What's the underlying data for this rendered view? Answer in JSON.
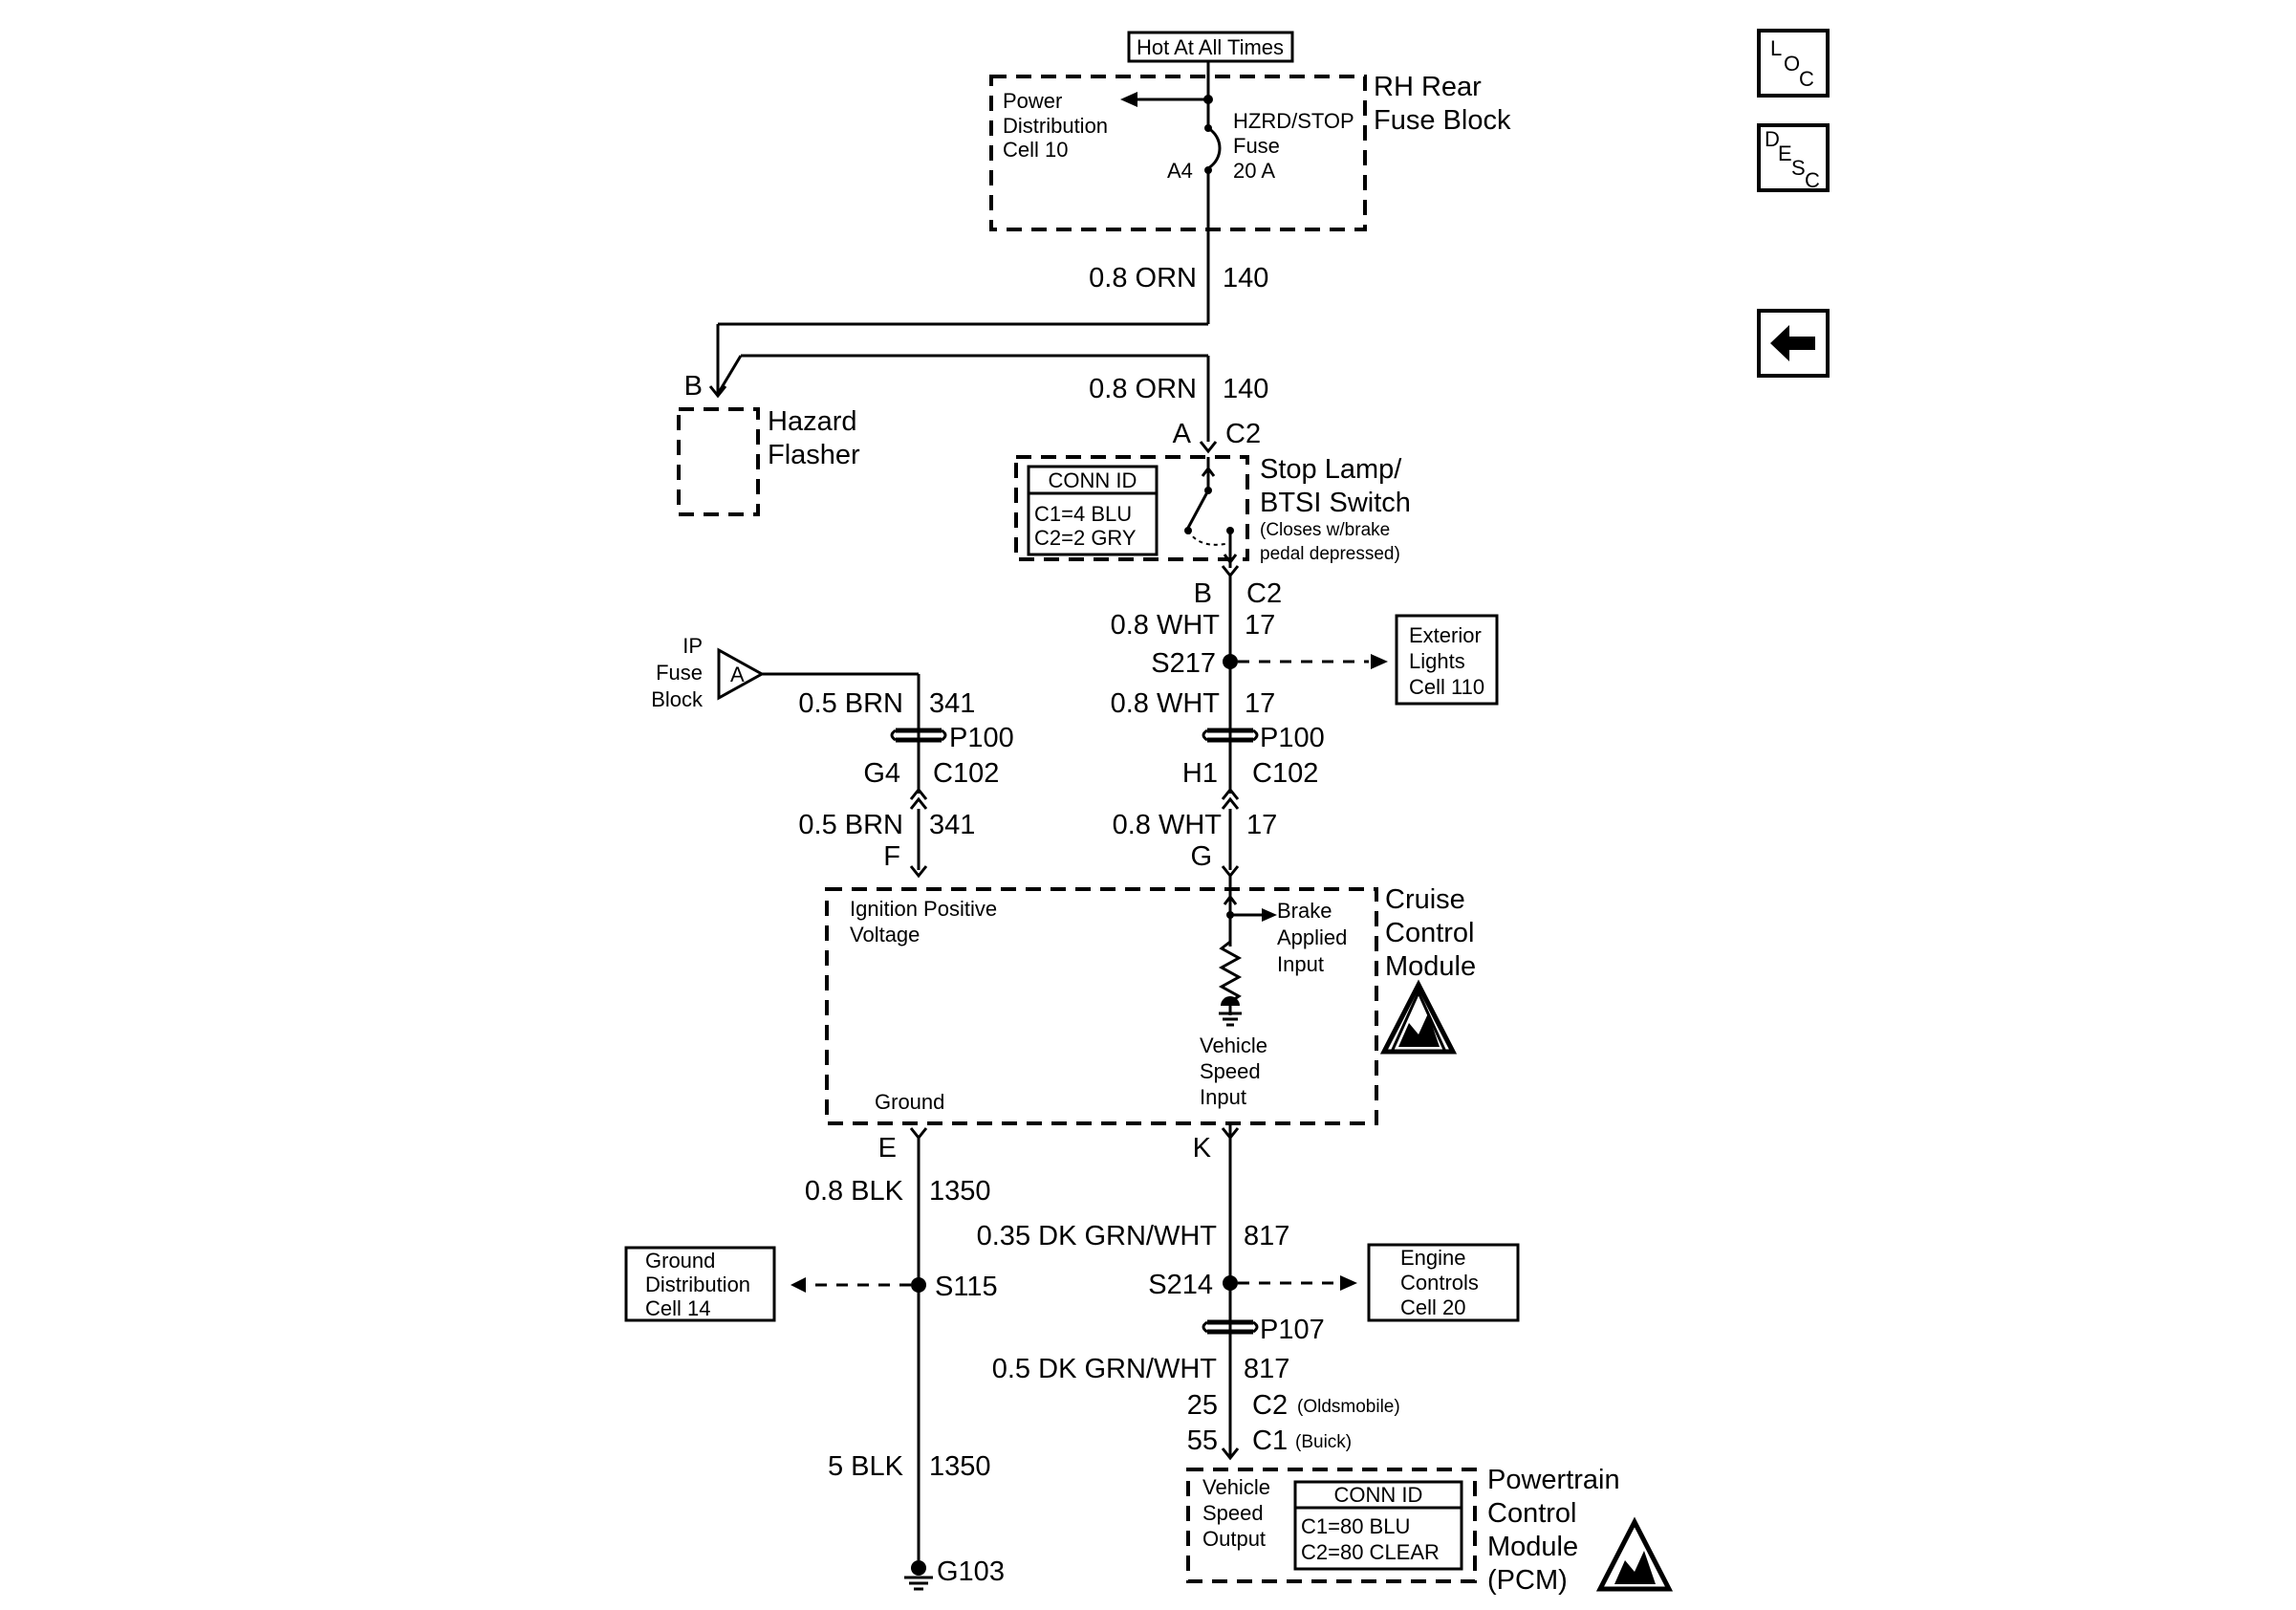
{
  "power_source": {
    "hot_label": "Hot At All Times",
    "fuse_block": [
      "RH Rear",
      "Fuse Block"
    ],
    "pdist": [
      "Power",
      "Distribution",
      "Cell 10"
    ],
    "fuse": [
      "HZRD/STOP",
      "Fuse",
      "20 A"
    ],
    "fuse_pin": "A4"
  },
  "wires": {
    "orn_upper": {
      "size_color": "0.8 ORN",
      "circuit": "140"
    },
    "orn_lower": {
      "size_color": "0.8 ORN",
      "circuit": "140"
    },
    "wht_upper": {
      "size_color": "0.8 WHT",
      "circuit": "17"
    },
    "wht_mid": {
      "size_color": "0.8 WHT",
      "circuit": "17"
    },
    "wht_lower": {
      "size_color": "0.8 WHT",
      "circuit": "17"
    },
    "brn_upper": {
      "size_color": "0.5 BRN",
      "circuit": "341"
    },
    "brn_lower": {
      "size_color": "0.5 BRN",
      "circuit": "341"
    },
    "blk_upper": {
      "size_color": "0.8 BLK",
      "circuit": "1350"
    },
    "blk_lower": {
      "size_color": "5 BLK",
      "circuit": "1350"
    },
    "grn_upper": {
      "size_color": "0.35 DK GRN/WHT",
      "circuit": "817"
    },
    "grn_lower": {
      "size_color": "0.5 DK GRN/WHT",
      "circuit": "817"
    }
  },
  "hazard_flasher": {
    "pin": "B",
    "label": [
      "Hazard",
      "Flasher"
    ]
  },
  "stop_switch": {
    "pin_top": "A",
    "conn_top": "C2",
    "pin_bottom": "B",
    "conn_bottom": "C2",
    "label": [
      "Stop Lamp/",
      "BTSI Switch"
    ],
    "note": [
      "(Closes w/brake",
      "pedal depressed)"
    ],
    "conn_id": {
      "title": "CONN ID",
      "rows": [
        "C1=4 BLU",
        "C2=2 GRY"
      ]
    }
  },
  "splices": {
    "s217": "S217",
    "s115": "S115",
    "s214": "S214"
  },
  "exterior_lights": [
    "Exterior",
    "Lights",
    "Cell 110"
  ],
  "ip_fuse": {
    "label": [
      "IP",
      "Fuse",
      "Block"
    ],
    "tag": "A"
  },
  "connectors": {
    "p100_left": "P100",
    "p100_right": "P100",
    "g4": "G4",
    "c102_left": "C102",
    "h1": "H1",
    "c102_right": "C102",
    "f": "F",
    "g": "G",
    "e": "E",
    "k": "K",
    "p107": "P107"
  },
  "cruise_module": {
    "label": [
      "Cruise",
      "Control",
      "Module"
    ],
    "ign": [
      "Ignition Positive",
      "Voltage"
    ],
    "brake": [
      "Brake",
      "Applied",
      "Input"
    ],
    "vss": [
      "Vehicle",
      "Speed",
      "Input"
    ],
    "ground": "Ground"
  },
  "ground_dist": [
    "Ground",
    "Distribution",
    "Cell 14"
  ],
  "engine_controls": [
    "Engine",
    "Controls",
    "Cell 20"
  ],
  "pcm_pins": {
    "pin_c2": "25",
    "conn_c2": "C2",
    "note_c2": "(Oldsmobile)",
    "pin_c1": "55",
    "conn_c1": "C1",
    "note_c1": "(Buick)"
  },
  "pcm": {
    "label": [
      "Powertrain",
      "Control",
      "Module",
      "(PCM)"
    ],
    "vso": [
      "Vehicle",
      "Speed",
      "Output"
    ],
    "conn_id": {
      "title": "CONN ID",
      "rows": [
        "C1=80 BLU",
        "C2=80 CLEAR"
      ]
    }
  },
  "ground_point": "G103",
  "nav": {
    "loc": [
      "L",
      "O",
      "C"
    ],
    "desc": [
      "D",
      "E",
      "S",
      "C"
    ]
  }
}
